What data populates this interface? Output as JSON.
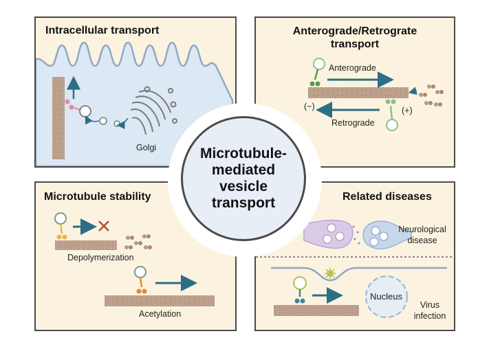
{
  "center": {
    "title": "Microtubule-\nmediated\nvesicle\ntransport"
  },
  "panels": {
    "intracellular": {
      "title": "Intracellular transport",
      "golgi_label": "Golgi"
    },
    "antero_retro": {
      "title_line1": "Anterograde/Retrograte",
      "title_line2": "transport",
      "anterograde_label": "Anterograde",
      "retrograde_label": "Retrograde",
      "minus_end": "(−)",
      "plus_end": "(+)"
    },
    "stability": {
      "title": "Microtubule stability",
      "depolymerization_label": "Depolymerization",
      "acetylation_label": "Acetylation"
    },
    "diseases": {
      "title": "Related diseases",
      "neuro_line1": "Neurological",
      "neuro_line2": "disease",
      "nucleus_label": "Nucleus",
      "virus_line1": "Virus",
      "virus_line2": "infection"
    }
  },
  "colors": {
    "panel_bg": "#fbf3df",
    "border": "#4a4a4a",
    "cell_bg": "#dce8f4",
    "microtubule": "#b89a86",
    "arrow_teal": "#2b6e86",
    "cross_red": "#b5493a",
    "kinesin_green": "#5a9a4a",
    "dynein_green": "#8fc08a",
    "motor_orange": "#e08a3a",
    "motor_yellow": "#e8b64a",
    "motor_pink": "#e58aa0",
    "neuron_purple": "#d9cbe8",
    "neuron_blue": "#c9d7ec"
  },
  "icons": [
    "vesicle-icon",
    "microtubule-icon",
    "golgi-icon",
    "kinesin-icon",
    "dynein-icon",
    "tubulin-dimer-icon",
    "neuron-synapse-icon",
    "virus-icon",
    "nucleus-icon",
    "cross-icon",
    "arrow-icon"
  ]
}
